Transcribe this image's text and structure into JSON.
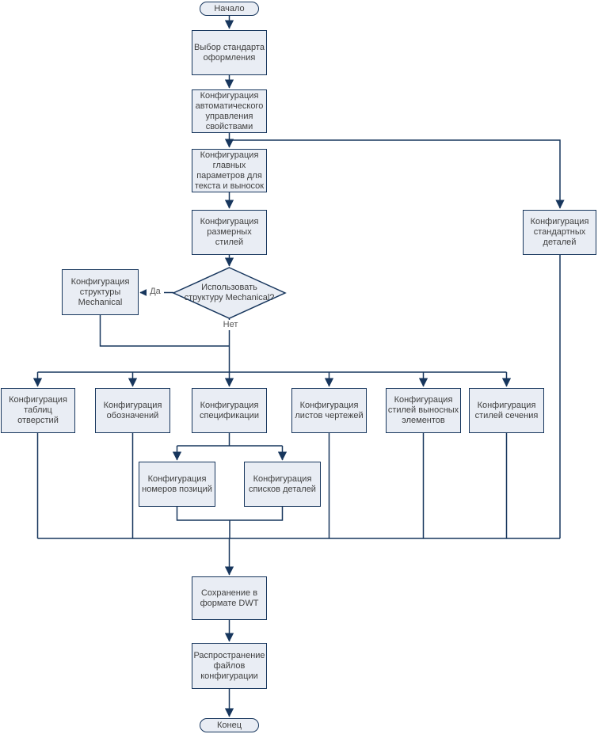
{
  "diagram": {
    "type": "flowchart",
    "language": "ru",
    "nodes": {
      "start": {
        "label": "Начало",
        "shape": "terminator"
      },
      "choose_standard": {
        "label": "Выбор стандарта\nоформления",
        "shape": "process"
      },
      "auto_properties": {
        "label": "Конфигурация\nавтоматического\nуправления\nсвойствами",
        "shape": "process"
      },
      "main_text_params": {
        "label": "Конфигурация\nглавных\nпараметров для\nтекста и выносок",
        "shape": "process"
      },
      "dimension_styles": {
        "label": "Конфигурация\nразмерных\nстилей",
        "shape": "process"
      },
      "standard_parts": {
        "label": "Конфигурация\nстандартных\nдеталей",
        "shape": "process"
      },
      "use_mechanical": {
        "label": "Использовать\nструктуру Mechanical?",
        "shape": "decision"
      },
      "mechanical_structure": {
        "label": "Конфигурация\nструктуры\nMechanical",
        "shape": "process"
      },
      "hole_tables": {
        "label": "Конфигурация\nтаблиц отверстий",
        "shape": "process"
      },
      "symbols": {
        "label": "Конфигурация\nобозначений",
        "shape": "process"
      },
      "bom": {
        "label": "Конфигурация\nспецификации",
        "shape": "process"
      },
      "drawing_sheets": {
        "label": "Конфигурация\nлистов чертежей",
        "shape": "process"
      },
      "detail_view_styles": {
        "label": "Конфигурация\nстилей выносных\nэлементов",
        "shape": "process"
      },
      "section_styles": {
        "label": "Конфигурация\nстилей сечения",
        "shape": "process"
      },
      "balloon_numbers": {
        "label": "Конфигурация\nномеров позиций",
        "shape": "process"
      },
      "parts_lists": {
        "label": "Конфигурация\nсписков деталей",
        "shape": "process"
      },
      "save_dwt": {
        "label": "Сохранение в\nформате DWT",
        "shape": "process"
      },
      "distribute_files": {
        "label": "Распространение\nфайлов\nконфигурации",
        "shape": "process"
      },
      "end": {
        "label": "Конец",
        "shape": "terminator"
      }
    },
    "edge_labels": {
      "yes": "Да",
      "no": "Нет"
    },
    "colors": {
      "node_fill": "#e9edf4",
      "node_border": "#17365d",
      "connector": "#17365d",
      "node_text": "#3f3f3f",
      "edge_label_text": "#595959",
      "background": "#ffffff"
    }
  }
}
